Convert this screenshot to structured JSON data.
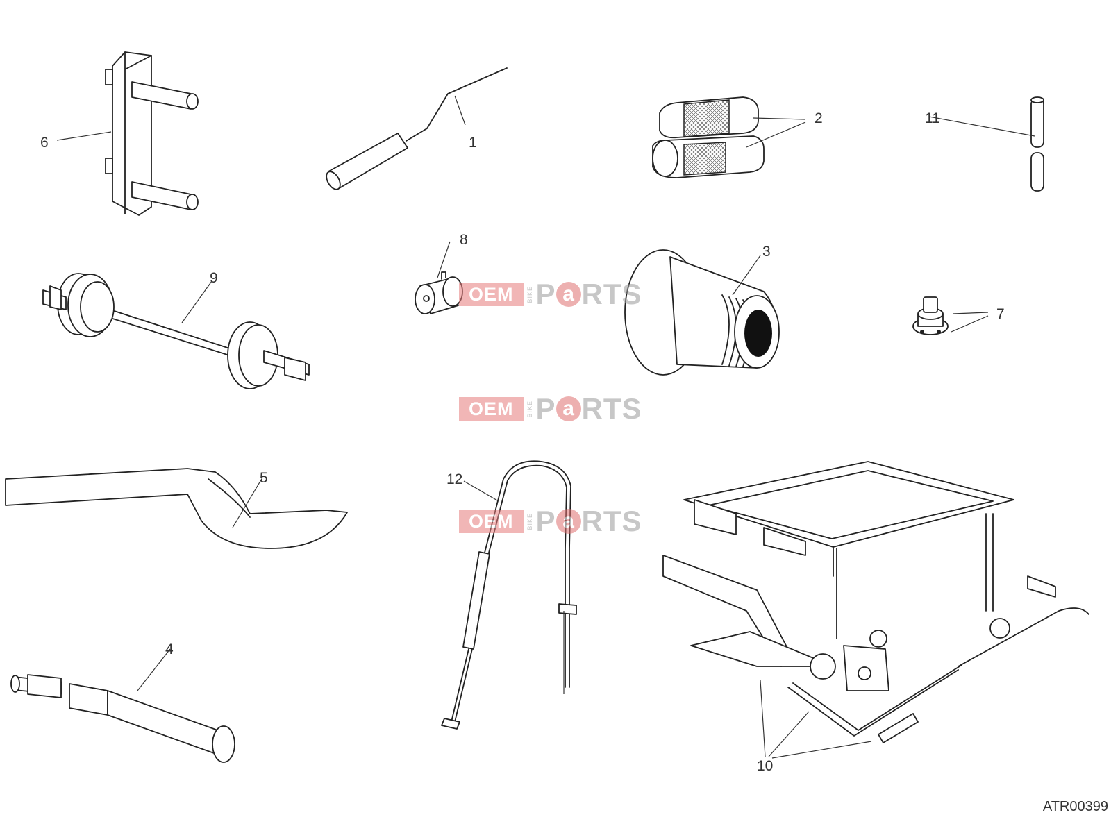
{
  "diagram": {
    "reference_code": "ATR00399",
    "callouts": [
      {
        "id": "1",
        "label": "1"
      },
      {
        "id": "2",
        "label": "2"
      },
      {
        "id": "3",
        "label": "3"
      },
      {
        "id": "4",
        "label": "4"
      },
      {
        "id": "5",
        "label": "5"
      },
      {
        "id": "6",
        "label": "6"
      },
      {
        "id": "7",
        "label": "7"
      },
      {
        "id": "8",
        "label": "8"
      },
      {
        "id": "9",
        "label": "9"
      },
      {
        "id": "10",
        "label": "10"
      },
      {
        "id": "11",
        "label": "11"
      },
      {
        "id": "12",
        "label": "12"
      }
    ]
  },
  "watermark": {
    "oem": "OEM",
    "bike": "BIKE",
    "p": "P",
    "a": "a",
    "rts": "RTS"
  },
  "colors": {
    "line": "#222222",
    "watermark_red": "#e77b7b",
    "watermark_gray": "#9a9a9a"
  }
}
